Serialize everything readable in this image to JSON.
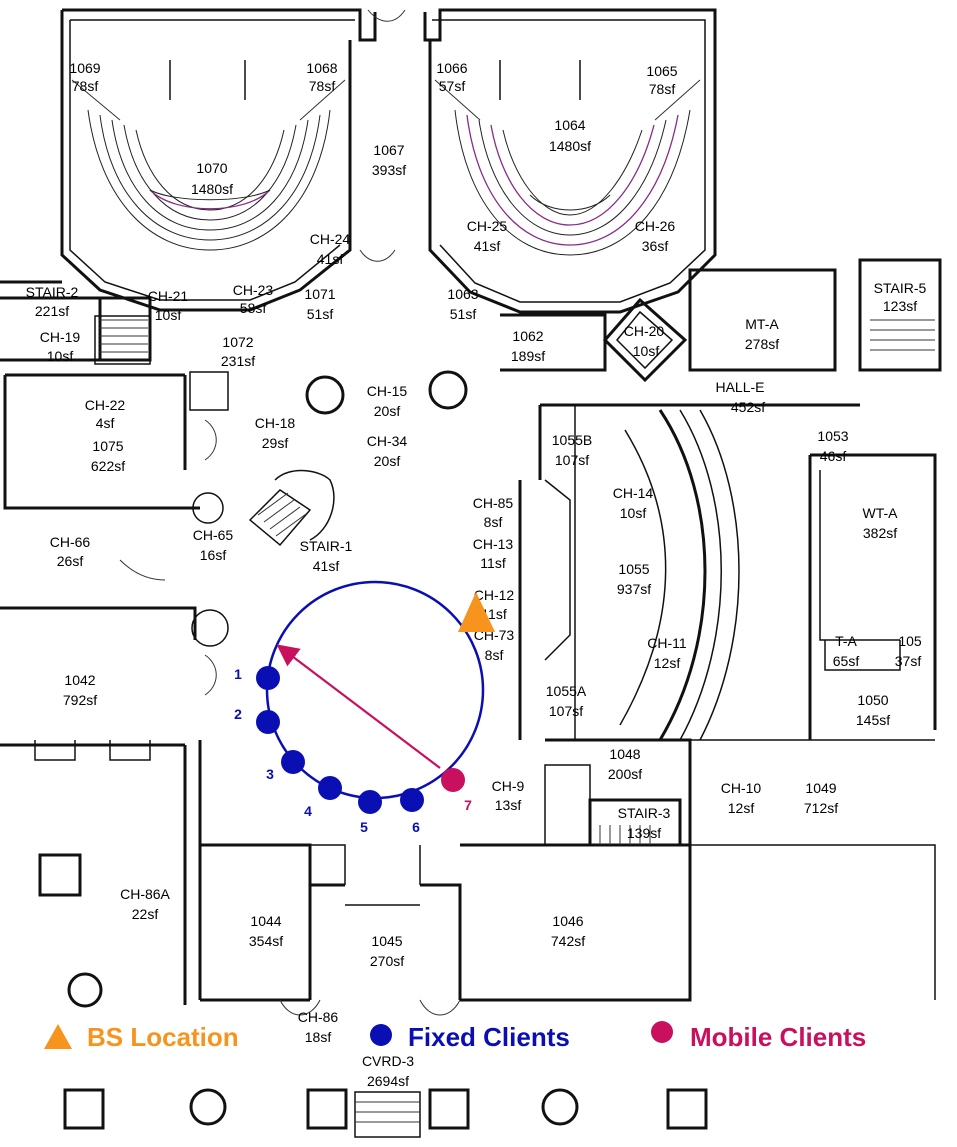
{
  "rooms": [
    {
      "id": "r1069",
      "name": "1069",
      "area": "78sf"
    },
    {
      "id": "r1068",
      "name": "1068",
      "area": "78sf"
    },
    {
      "id": "r1066",
      "name": "1066",
      "area": "57sf"
    },
    {
      "id": "r1065",
      "name": "1065",
      "area": "78sf"
    },
    {
      "id": "r1070",
      "name": "1070",
      "area": "1480sf"
    },
    {
      "id": "r1067",
      "name": "1067",
      "area": "393sf"
    },
    {
      "id": "r1064",
      "name": "1064",
      "area": "1480sf"
    },
    {
      "id": "rch24",
      "name": "CH-24",
      "area": "41sf"
    },
    {
      "id": "rch25",
      "name": "CH-25",
      "area": "41sf"
    },
    {
      "id": "rch26",
      "name": "CH-26",
      "area": "36sf"
    },
    {
      "id": "rstair2",
      "name": "STAIR-2",
      "area": "221sf"
    },
    {
      "id": "rch21",
      "name": "CH-21",
      "area": "10sf"
    },
    {
      "id": "rch23",
      "name": "CH-23",
      "area": "58sf"
    },
    {
      "id": "r1071",
      "name": "1071",
      "area": "51sf"
    },
    {
      "id": "r1063",
      "name": "1063",
      "area": "51sf"
    },
    {
      "id": "rch19",
      "name": "CH-19",
      "area": "10sf"
    },
    {
      "id": "r1072",
      "name": "1072",
      "area": "231sf"
    },
    {
      "id": "r1062",
      "name": "1062",
      "area": "189sf"
    },
    {
      "id": "rmta",
      "name": "MT-A",
      "area": "278sf"
    },
    {
      "id": "rstair5",
      "name": "STAIR-5",
      "area": "123sf"
    },
    {
      "id": "rhalle",
      "name": "HALL-E",
      "area": "452sf"
    },
    {
      "id": "rch22",
      "name": "CH-22",
      "area": "4sf"
    },
    {
      "id": "r1075",
      "name": "1075",
      "area": "622sf"
    },
    {
      "id": "rch18",
      "name": "CH-18",
      "area": "29sf"
    },
    {
      "id": "rch15",
      "name": "CH-15",
      "area": "20sf"
    },
    {
      "id": "rch34",
      "name": "CH-34",
      "area": "20sf"
    },
    {
      "id": "r1055b",
      "name": "1055B",
      "area": "107sf"
    },
    {
      "id": "r1053",
      "name": "1053",
      "area": "46sf"
    },
    {
      "id": "rch85",
      "name": "CH-85",
      "area": "8sf"
    },
    {
      "id": "rch14",
      "name": "CH-14",
      "area": "10sf"
    },
    {
      "id": "rwta",
      "name": "WT-A",
      "area": "382sf"
    },
    {
      "id": "rch66",
      "name": "CH-66",
      "area": "26sf"
    },
    {
      "id": "rch65",
      "name": "CH-65",
      "area": "16sf"
    },
    {
      "id": "rstair1",
      "name": "STAIR-1",
      "area": "41sf"
    },
    {
      "id": "rch13",
      "name": "CH-13",
      "area": "11sf"
    },
    {
      "id": "r1055",
      "name": "1055",
      "area": "937sf"
    },
    {
      "id": "rch12",
      "name": "CH-12",
      "area": "11sf"
    },
    {
      "id": "rch73",
      "name": "CH-73",
      "area": "8sf"
    },
    {
      "id": "rch11",
      "name": "CH-11",
      "area": "12sf"
    },
    {
      "id": "rta",
      "name": "T-A",
      "area": "65sf"
    },
    {
      "id": "r105x",
      "name": "105",
      "area": "37sf"
    },
    {
      "id": "r1042",
      "name": "1042",
      "area": "792sf"
    },
    {
      "id": "r1055a",
      "name": "1055A",
      "area": "107sf"
    },
    {
      "id": "r1050",
      "name": "1050",
      "area": "145sf"
    },
    {
      "id": "r1048",
      "name": "1048",
      "area": "200sf"
    },
    {
      "id": "rch9",
      "name": "CH-9",
      "area": "13sf"
    },
    {
      "id": "rch10",
      "name": "CH-10",
      "area": "12sf"
    },
    {
      "id": "r1049",
      "name": "1049",
      "area": "712sf"
    },
    {
      "id": "rstair3",
      "name": "STAIR-3",
      "area": "139sf"
    },
    {
      "id": "rch86a",
      "name": "CH-86A",
      "area": "22sf"
    },
    {
      "id": "r1044",
      "name": "1044",
      "area": "354sf"
    },
    {
      "id": "r1046",
      "name": "1046",
      "area": "742sf"
    },
    {
      "id": "r1045",
      "name": "1045",
      "area": "270sf"
    },
    {
      "id": "rch86",
      "name": "CH-86",
      "area": "18sf"
    },
    {
      "id": "rcvrd3",
      "name": "CVRD-3",
      "area": "2694sf"
    },
    {
      "id": "rch20",
      "name": "CH-20",
      "area": "10sf"
    }
  ],
  "clients": {
    "fixed": [
      "1",
      "2",
      "3",
      "4",
      "5",
      "6"
    ],
    "mobile": [
      "7"
    ]
  },
  "legend": {
    "bs": "BS Location",
    "fixed": "Fixed Clients",
    "mobile": "Mobile Clients"
  },
  "colors": {
    "bs": "#f7941d",
    "fixed": "#0a0fb4",
    "mobile": "#c8105e",
    "wall": "#111111"
  }
}
